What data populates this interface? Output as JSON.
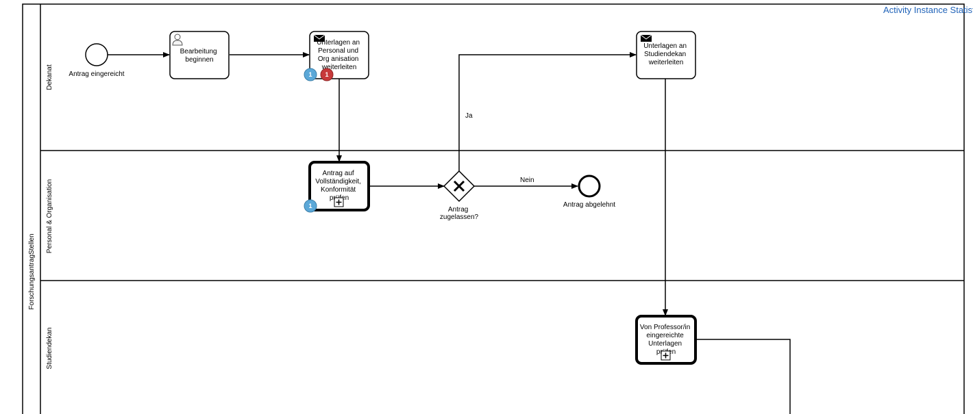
{
  "header": {
    "link_label": "Activity Instance Statistics"
  },
  "pool": {
    "label": "ForschungsantragStellen"
  },
  "lanes": [
    {
      "label": "Dekanat"
    },
    {
      "label": "Personal & Organisation"
    },
    {
      "label": "Studiendekan"
    }
  ],
  "events": {
    "start": {
      "label": "Antrag eingereicht"
    },
    "end_rejected": {
      "label": "Antrag abgelehnt"
    }
  },
  "tasks": {
    "bearbeitung": {
      "type": "user-task",
      "lines": [
        "Bearbeitung",
        "beginnen"
      ]
    },
    "weiterleiten_po": {
      "type": "send-task",
      "lines": [
        "Unterlagen an",
        "Personal und",
        "Org anisation",
        "weiterleiten"
      ],
      "badges": [
        {
          "value": "1",
          "color": "#5ba8d8"
        },
        {
          "value": "1",
          "color": "#c7393a"
        }
      ]
    },
    "antrag_pruefen": {
      "type": "call-activity",
      "lines": [
        "Antrag auf",
        "Vollständigkeit,",
        "Konformität",
        "prüfen"
      ],
      "badges": [
        {
          "value": "1",
          "color": "#5ba8d8"
        }
      ]
    },
    "weiterleiten_sd": {
      "type": "send-task",
      "lines": [
        "Unterlagen an",
        "Studiendekan",
        "weiterleiten"
      ]
    },
    "von_professor": {
      "type": "call-activity",
      "lines": [
        "Von Professor/in",
        "eingereichte",
        "Unterlagen",
        "prüfen"
      ]
    }
  },
  "gateway": {
    "label_lines": [
      "Antrag",
      "zugelassen?"
    ]
  },
  "flows": {
    "yes_label": "Ja",
    "no_label": "Nein"
  }
}
